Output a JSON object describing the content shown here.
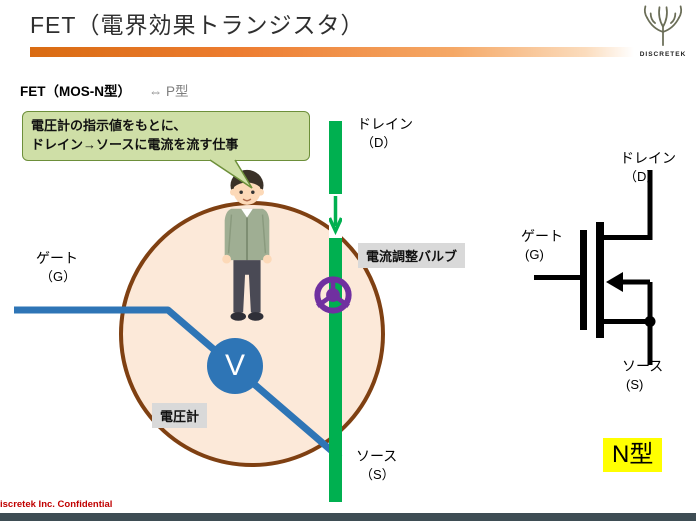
{
  "slide": {
    "title": "FET（電界効果トランジスタ）",
    "variant_label": "FET（MOS-N型）",
    "variant_alt": "⇔ P型",
    "confidential": "iscretek Inc. Confidential",
    "logo_text": "DISCRETEK"
  },
  "callout": {
    "line1": "電圧計の指示値をもとに、",
    "line2": "ドレイン→ソースに電流を流す仕事"
  },
  "analogy": {
    "drain": "ドレイン",
    "drain_pin": "（D）",
    "gate": "ゲート",
    "gate_pin": "（G）",
    "source": "ソース",
    "source_pin": "（S）",
    "valve_label": "電流調整バルブ",
    "voltmeter_label": "電圧計",
    "voltmeter_symbol": "V"
  },
  "symbol": {
    "drain": "ドレイン",
    "drain_pin": "（D）",
    "gate": "ゲート",
    "gate_pin": "(G)",
    "source": "ソース",
    "source_pin": "(S)",
    "type_badge": "N型"
  },
  "colors": {
    "accent_orange": "#ed7d31",
    "channel_green": "#00b050",
    "wire_blue": "#2e75b6",
    "valve_purple": "#7030a0",
    "circle_fill": "#fce9d9",
    "circle_border": "#7f4012",
    "badge_yellow": "#ffff00",
    "confidential_red": "#c00000",
    "label_bg": "#d9d9d9",
    "callout_fill": "#cfdfa7",
    "callout_border": "#6d8f3a"
  }
}
